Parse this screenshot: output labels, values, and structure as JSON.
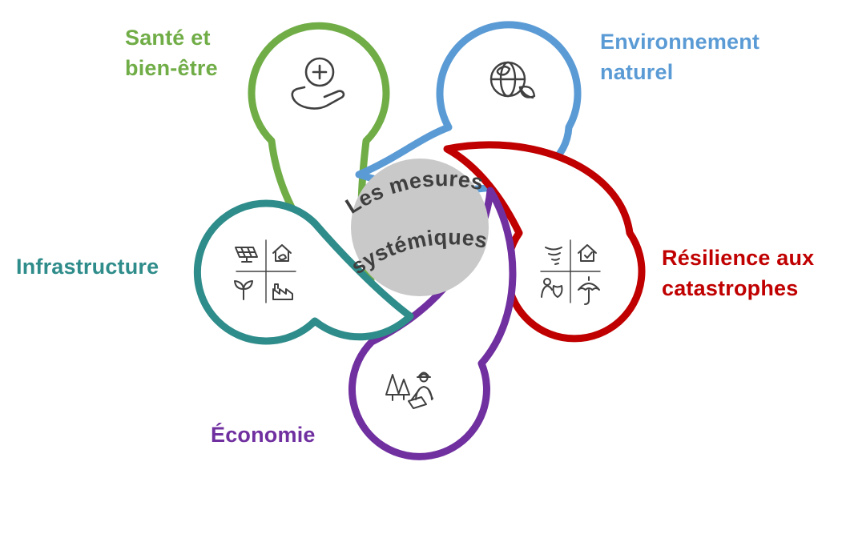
{
  "diagram": {
    "title": "Les mesures systémiques",
    "center": {
      "line1": "Les mesures",
      "line2": "systémiques",
      "bg_color": "#c9c9c9",
      "text_color": "#3f3f3f"
    },
    "petals": [
      {
        "id": "sante",
        "label": "Santé et\nbien-être",
        "color": "#70AD47",
        "icon": "health-cross-hand-icon"
      },
      {
        "id": "environnement",
        "label": "Environnement\nnaturel",
        "color": "#5B9BD5",
        "icon": "globe-leaf-icon"
      },
      {
        "id": "resilience",
        "label": "Résilience aux\ncatastrophes",
        "color": "#C00000",
        "icon": "disaster-resilience-icon"
      },
      {
        "id": "economie",
        "label": "Économie",
        "color": "#7030A0",
        "icon": "surveyor-forest-icon"
      },
      {
        "id": "infrastructure",
        "label": "Infrastructure",
        "color": "#2E8C8A",
        "icon": "infrastructure-grid-icon"
      }
    ],
    "icon_stroke_color": "#404040"
  }
}
